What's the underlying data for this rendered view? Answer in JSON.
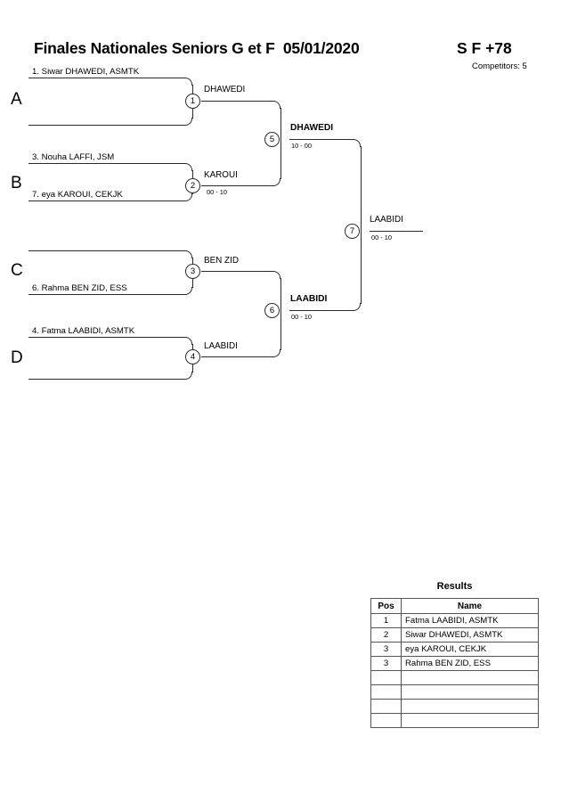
{
  "header": {
    "title": "Finales Nationales Seniors G et F  05/01/2020",
    "category": "S F +78",
    "competitors": "Competitors: 5"
  },
  "pools": [
    {
      "letter": "A",
      "top_competitor": "1. Siwar DHAWEDI, ASMTK",
      "bottom_competitor": ""
    },
    {
      "letter": "B",
      "top_competitor": "3. Nouha LAFFI, JSM",
      "bottom_competitor": "7. eya KAROUI, CEKJK"
    },
    {
      "letter": "C",
      "top_competitor": "",
      "bottom_competitor": "6. Rahma BEN ZID, ESS"
    },
    {
      "letter": "D",
      "top_competitor": "4. Fatma LAABIDI, ASMTK",
      "bottom_competitor": ""
    }
  ],
  "matches": [
    {
      "number": "1",
      "winner": "DHAWEDI",
      "score": ""
    },
    {
      "number": "2",
      "winner": "KAROUI",
      "score": "00 - 10"
    },
    {
      "number": "3",
      "winner": "BEN ZID",
      "score": ""
    },
    {
      "number": "4",
      "winner": "LAABIDI",
      "score": ""
    },
    {
      "number": "5",
      "winner": "DHAWEDI",
      "score": "10 - 00"
    },
    {
      "number": "6",
      "winner": "LAABIDI",
      "score": "00 - 10"
    },
    {
      "number": "7",
      "winner": "LAABIDI",
      "score": "00 - 10"
    }
  ],
  "results": {
    "title": "Results",
    "columns": [
      "Pos",
      "Name"
    ],
    "rows": [
      {
        "pos": "1",
        "name": "Fatma LAABIDI, ASMTK"
      },
      {
        "pos": "2",
        "name": "Siwar DHAWEDI, ASMTK"
      },
      {
        "pos": "3",
        "name": "eya KAROUI, CEKJK"
      },
      {
        "pos": "3",
        "name": "Rahma BEN ZID, ESS"
      },
      {
        "pos": "",
        "name": ""
      },
      {
        "pos": "",
        "name": ""
      },
      {
        "pos": "",
        "name": ""
      },
      {
        "pos": "",
        "name": ""
      }
    ]
  }
}
